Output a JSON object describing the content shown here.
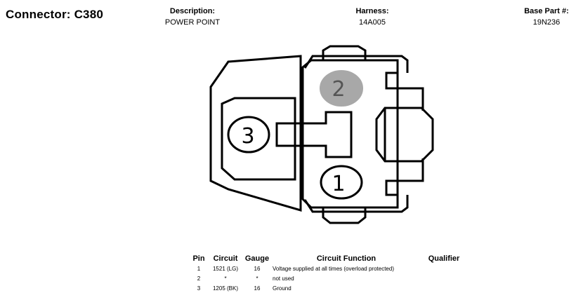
{
  "header": {
    "title": "Connector: C380",
    "description_label": "Description:",
    "description_value": "POWER POINT",
    "harness_label": "Harness:",
    "harness_value": "14A005",
    "base_part_label": "Base Part #:",
    "base_part_value": "19N236"
  },
  "diagram": {
    "pins": [
      {
        "number": "2",
        "filled": true
      },
      {
        "number": "3",
        "filled": false
      },
      {
        "number": "1",
        "filled": false
      }
    ],
    "colors": {
      "stroke": "#000000",
      "pin_fill": "#a8a8a8",
      "pin_text_filled": "#555555"
    }
  },
  "table": {
    "headers": {
      "pin": "Pin",
      "circuit": "Circuit",
      "gauge": "Gauge",
      "function": "Circuit Function",
      "qualifier": "Qualifier"
    },
    "rows": [
      {
        "pin": "1",
        "circuit": "1521 (LG)",
        "gauge": "16",
        "function": "Voltage supplied at all times (overload protected)",
        "qualifier": ""
      },
      {
        "pin": "2",
        "circuit": "*",
        "gauge": "*",
        "function": "not used",
        "qualifier": ""
      },
      {
        "pin": "3",
        "circuit": "1205 (BK)",
        "gauge": "16",
        "function": "Ground",
        "qualifier": ""
      }
    ]
  }
}
